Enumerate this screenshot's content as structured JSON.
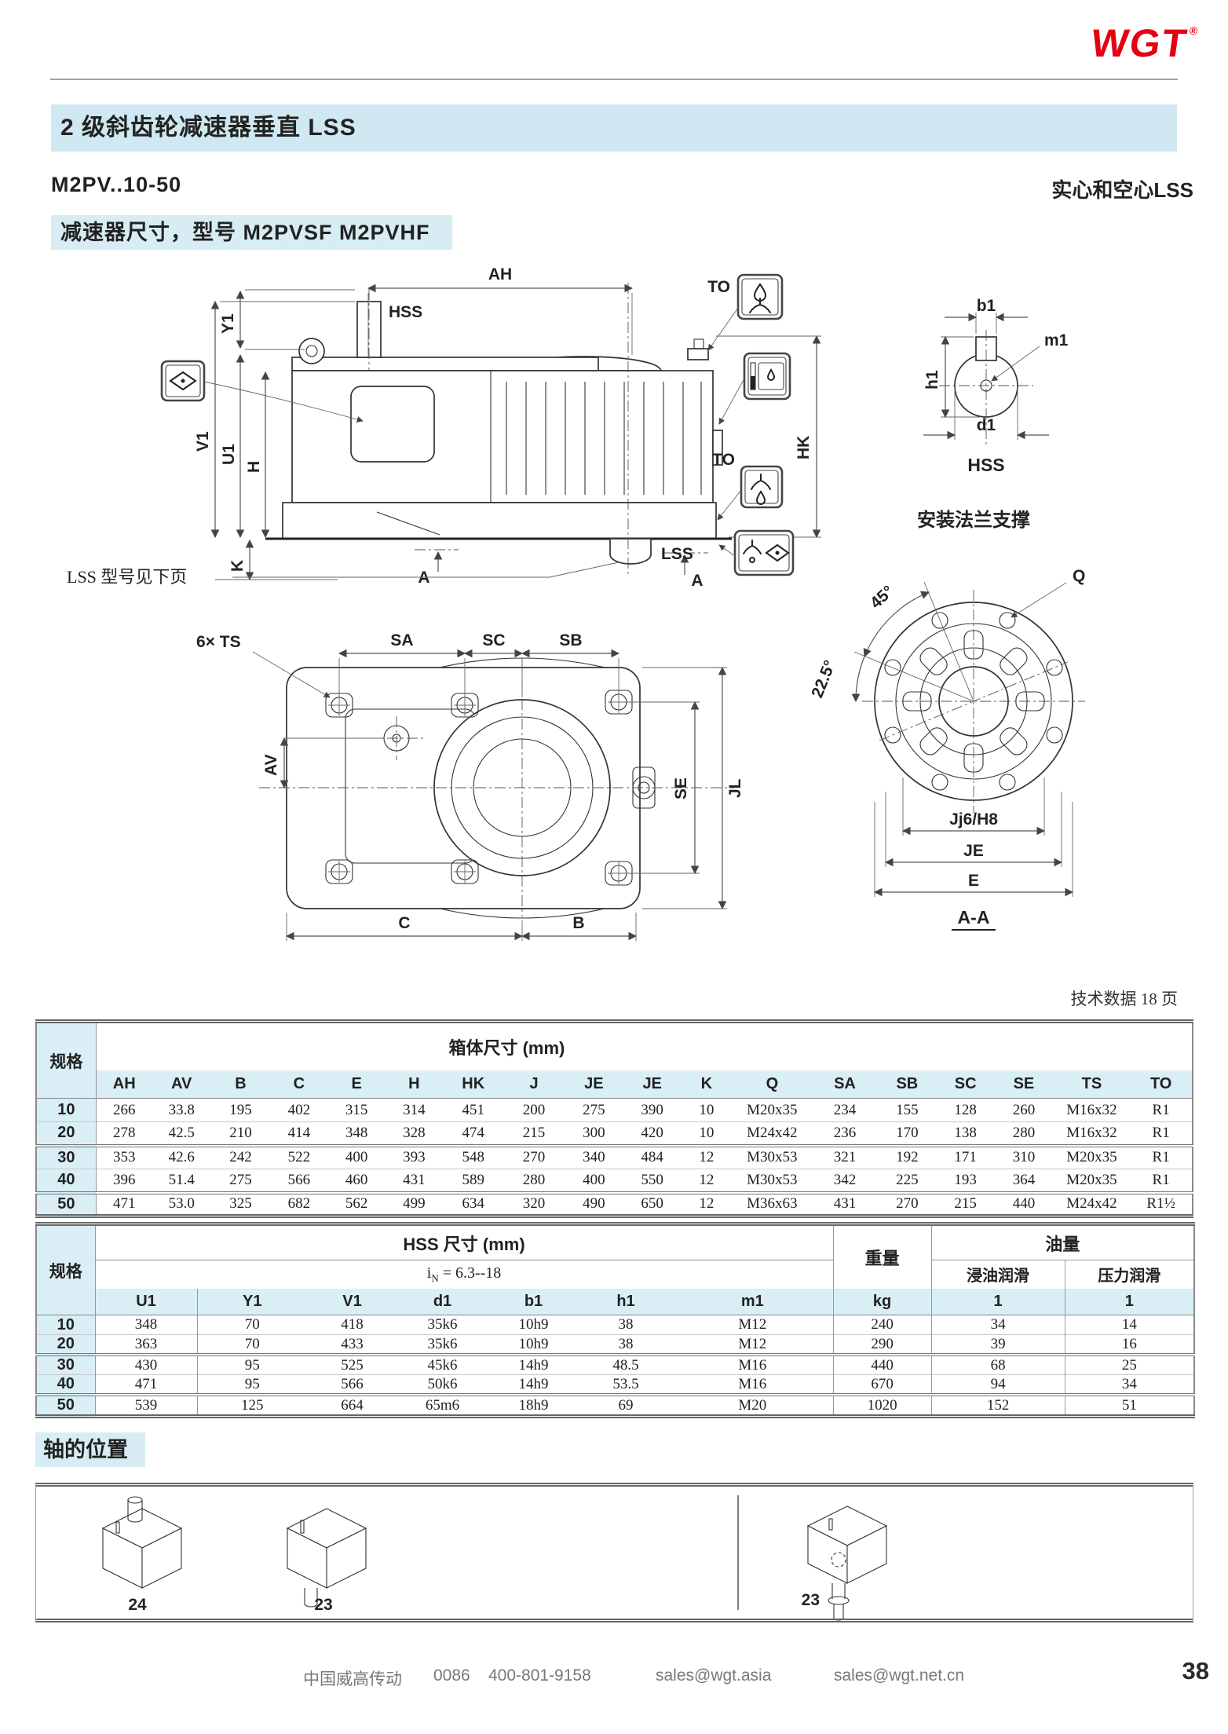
{
  "logo": {
    "text": "WGT",
    "reg": "®",
    "color": "#e60012"
  },
  "header": {
    "banner": "2 级斜齿轮减速器垂直 LSS",
    "model": "M2PV..10-50",
    "right_note": "实心和空心LSS",
    "subtitle": "减速器尺寸，型号 M2PVSF  M2PVHF"
  },
  "side_view": {
    "ah": "AH",
    "hss": "HSS",
    "y1": "Y1",
    "v1": "V1",
    "u1": "U1",
    "h": "H",
    "hk": "HK",
    "k": "K",
    "to1": "TO",
    "to2": "TO",
    "lss": "LSS",
    "a1": "A",
    "a2": "A",
    "note": "LSS 型号见下页"
  },
  "shaft_section": {
    "b1": "b1",
    "m1": "m1",
    "h1": "h1",
    "d1": "d1",
    "caption": "HSS"
  },
  "flange_view": {
    "title": "安装法兰支撑",
    "deg45": "45°",
    "deg225": "22.5°",
    "q": "Q",
    "jj6": "Jj6/H8",
    "je": "JE",
    "e": "E",
    "section": "A-A"
  },
  "bottom_view": {
    "ts": "6× TS",
    "sa": "SA",
    "sc": "SC",
    "sb": "SB",
    "av": "AV",
    "se": "SE",
    "jl": "JL",
    "c": "C",
    "b": "B"
  },
  "tech_note": "技术数据 18 页",
  "table1": {
    "spec": "规格",
    "title": "箱体尺寸 (mm)",
    "columns": [
      "AH",
      "AV",
      "B",
      "C",
      "E",
      "H",
      "HK",
      "J",
      "JE",
      "JE",
      "K",
      "Q",
      "SA",
      "SB",
      "SC",
      "SE",
      "TS",
      "TO"
    ],
    "rows": [
      {
        "spec": "10",
        "values": [
          "266",
          "33.8",
          "195",
          "402",
          "315",
          "314",
          "451",
          "200",
          "275",
          "390",
          "10",
          "M20x35",
          "234",
          "155",
          "128",
          "260",
          "M16x32",
          "R1"
        ]
      },
      {
        "spec": "20",
        "values": [
          "278",
          "42.5",
          "210",
          "414",
          "348",
          "328",
          "474",
          "215",
          "300",
          "420",
          "10",
          "M24x42",
          "236",
          "170",
          "138",
          "280",
          "M16x32",
          "R1"
        ]
      },
      {
        "spec": "30",
        "values": [
          "353",
          "42.6",
          "242",
          "522",
          "400",
          "393",
          "548",
          "270",
          "340",
          "484",
          "12",
          "M30x53",
          "321",
          "192",
          "171",
          "310",
          "M20x35",
          "R1"
        ]
      },
      {
        "spec": "40",
        "values": [
          "396",
          "51.4",
          "275",
          "566",
          "460",
          "431",
          "589",
          "280",
          "400",
          "550",
          "12",
          "M30x53",
          "342",
          "225",
          "193",
          "364",
          "M20x35",
          "R1"
        ]
      },
      {
        "spec": "50",
        "values": [
          "471",
          "53.0",
          "325",
          "682",
          "562",
          "499",
          "634",
          "320",
          "490",
          "650",
          "12",
          "M36x63",
          "431",
          "270",
          "215",
          "440",
          "M24x42",
          "R1½"
        ]
      }
    ]
  },
  "table2": {
    "spec": "规格",
    "title": "HSS 尺寸 (mm)",
    "ratio_prefix": "i",
    "ratio_sub": "N",
    "ratio_value": " = 6.3--18",
    "weight": "重量",
    "weight_unit": "kg",
    "oil": "油量",
    "oil_cols": [
      "浸油润滑",
      "压力润滑"
    ],
    "oil_units": [
      "1",
      "1"
    ],
    "columns": [
      "U1",
      "Y1",
      "V1",
      "d1",
      "b1",
      "h1",
      "m1"
    ],
    "rows": [
      {
        "spec": "10",
        "values": [
          "348",
          "70",
          "418",
          "35k6",
          "10h9",
          "38",
          "M12"
        ],
        "weight": "240",
        "oil": [
          "34",
          "14"
        ]
      },
      {
        "spec": "20",
        "values": [
          "363",
          "70",
          "433",
          "35k6",
          "10h9",
          "38",
          "M12"
        ],
        "weight": "290",
        "oil": [
          "39",
          "16"
        ]
      },
      {
        "spec": "30",
        "values": [
          "430",
          "95",
          "525",
          "45k6",
          "14h9",
          "48.5",
          "M16"
        ],
        "weight": "440",
        "oil": [
          "68",
          "25"
        ]
      },
      {
        "spec": "40",
        "values": [
          "471",
          "95",
          "566",
          "50k6",
          "14h9",
          "53.5",
          "M16"
        ],
        "weight": "670",
        "oil": [
          "94",
          "34"
        ]
      },
      {
        "spec": "50",
        "values": [
          "539",
          "125",
          "664",
          "65m6",
          "18h9",
          "69",
          "M20"
        ],
        "weight": "1020",
        "oil": [
          "152",
          "51"
        ]
      }
    ]
  },
  "shaft_positions": {
    "title": "轴的位置",
    "items": [
      "24",
      "23",
      "23"
    ]
  },
  "footer": {
    "company": "中国威高传动",
    "phone_code": "0086",
    "phone": "400-801-9158",
    "email1": "sales@wgt.asia",
    "email2": "sales@wgt.net.cn",
    "page": "38"
  }
}
